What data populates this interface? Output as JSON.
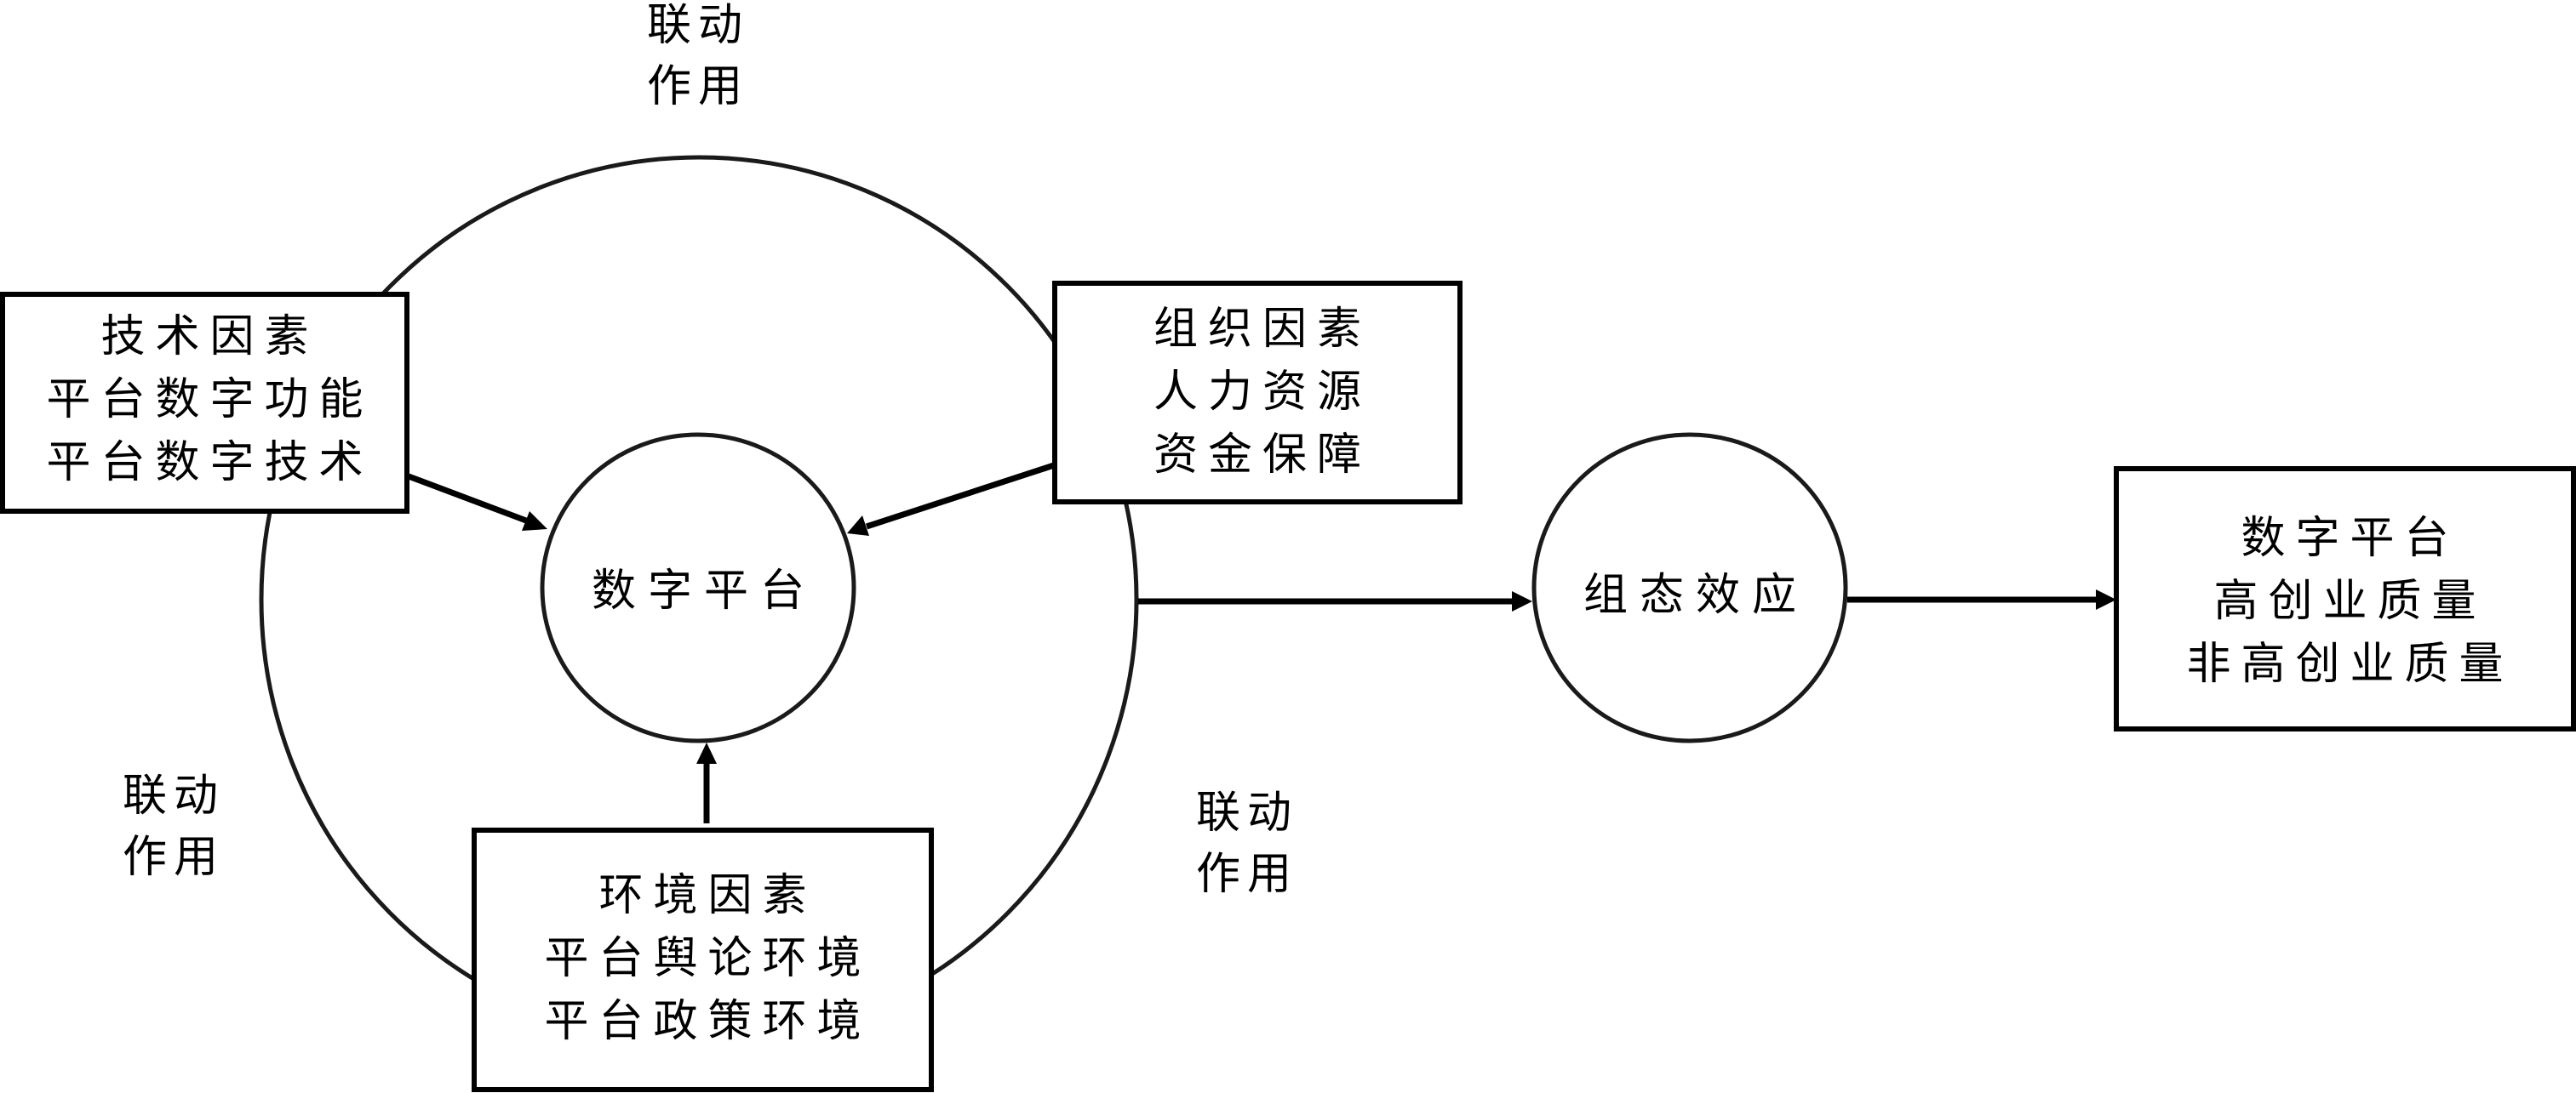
{
  "diagram": {
    "type": "conceptual-model",
    "center_node": {
      "label": "数字平台"
    },
    "factors": {
      "technology": {
        "title": "技术因素",
        "items": [
          "平台数字功能",
          "平台数字技术"
        ]
      },
      "organization": {
        "title": "组织因素",
        "items": [
          "人力资源",
          "资金保障"
        ]
      },
      "environment": {
        "title": "环境因素",
        "items": [
          "平台舆论环境",
          "平台政策环境"
        ]
      }
    },
    "linkage_labels": [
      {
        "position": "top",
        "lines": [
          "联动",
          "作用"
        ]
      },
      {
        "position": "bottom-left",
        "lines": [
          "联动",
          "作用"
        ]
      },
      {
        "position": "bottom-right",
        "lines": [
          "联动",
          "作用"
        ]
      }
    ],
    "effect_node": {
      "label": "组态效应"
    },
    "outcome": {
      "lines": [
        "数字平台",
        "高创业质量",
        "非高创业质量"
      ]
    },
    "edges": [
      {
        "from": "技术因素",
        "to": "数字平台"
      },
      {
        "from": "组织因素",
        "to": "数字平台"
      },
      {
        "from": "环境因素",
        "to": "数字平台"
      },
      {
        "from": "联动作用",
        "to": "组态效应"
      },
      {
        "from": "组态效应",
        "to": "outcome"
      }
    ],
    "colors": {
      "stroke": "#000000",
      "background": "#ffffff"
    }
  }
}
